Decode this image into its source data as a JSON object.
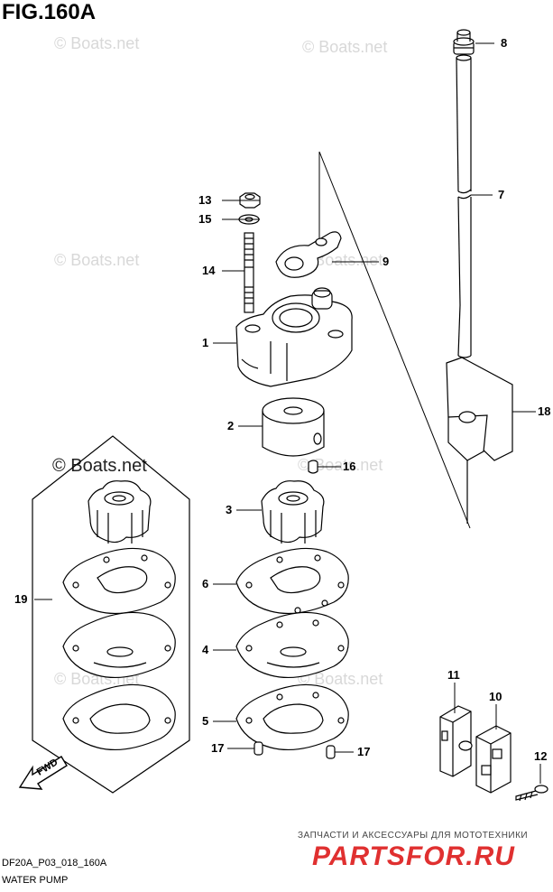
{
  "figure": {
    "title": "FIG.160A"
  },
  "watermarks": [
    "© Boats.net",
    "© Boats.net",
    "© Boats.net",
    "© Boats.net",
    "© Boats.net",
    "© Boats.net",
    "© Boats.net",
    "© Boats.net"
  ],
  "callouts": {
    "c1": "1",
    "c2": "2",
    "c3": "3",
    "c4": "4",
    "c5": "5",
    "c6": "6",
    "c7": "7",
    "c8": "8",
    "c9": "9",
    "c10": "10",
    "c11": "11",
    "c12": "12",
    "c13": "13",
    "c14": "14",
    "c15": "15",
    "c16": "16",
    "c17a": "17",
    "c17b": "17",
    "c18": "18",
    "c19": "19"
  },
  "fwd_label": "FWD",
  "footer": {
    "code": "DF20A_P03_018_160A",
    "caption": "WATER PUMP"
  },
  "shop": {
    "tagline": "ЗАПЧАСТИ И АКСЕССУАРЫ ДЛЯ МОТОТЕХНИКИ",
    "brand": "PARTSFOR.RU"
  },
  "colors": {
    "line": "#000000",
    "fill": "#ffffff",
    "watermark": "#d8d8d8",
    "brand": "#e03030"
  }
}
